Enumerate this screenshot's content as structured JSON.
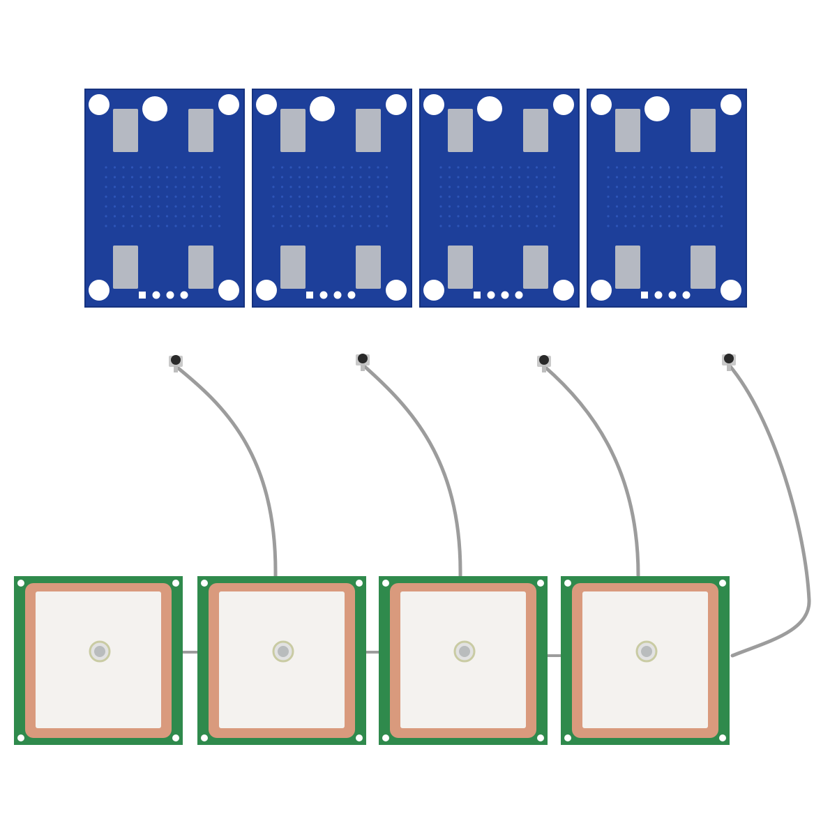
{
  "scene": {
    "background": "#ffffff",
    "pcb_modules": {
      "count": 4,
      "board_color": "#1d3f9a",
      "board_edge_color": "#16327e",
      "shield_pad_color": "#b5b9c2",
      "via_dot_color": "#2e55b8",
      "mounting_hole_color": "#ffffff",
      "header_pins": 4,
      "icon": "gps-module-board-icon"
    },
    "ceramic_antennas": {
      "count": 4,
      "pcb_color": "#2f8a4c",
      "copper_frame_color": "#d99a7d",
      "ceramic_color": "#f4f2ef",
      "feed_pin_color": "#b9bcbd",
      "cable_color": "#9c9c9c",
      "connector_color": "#2a2a2a",
      "connector_type": "IPEX / U.FL",
      "icon": "ceramic-patch-antenna-icon"
    }
  }
}
